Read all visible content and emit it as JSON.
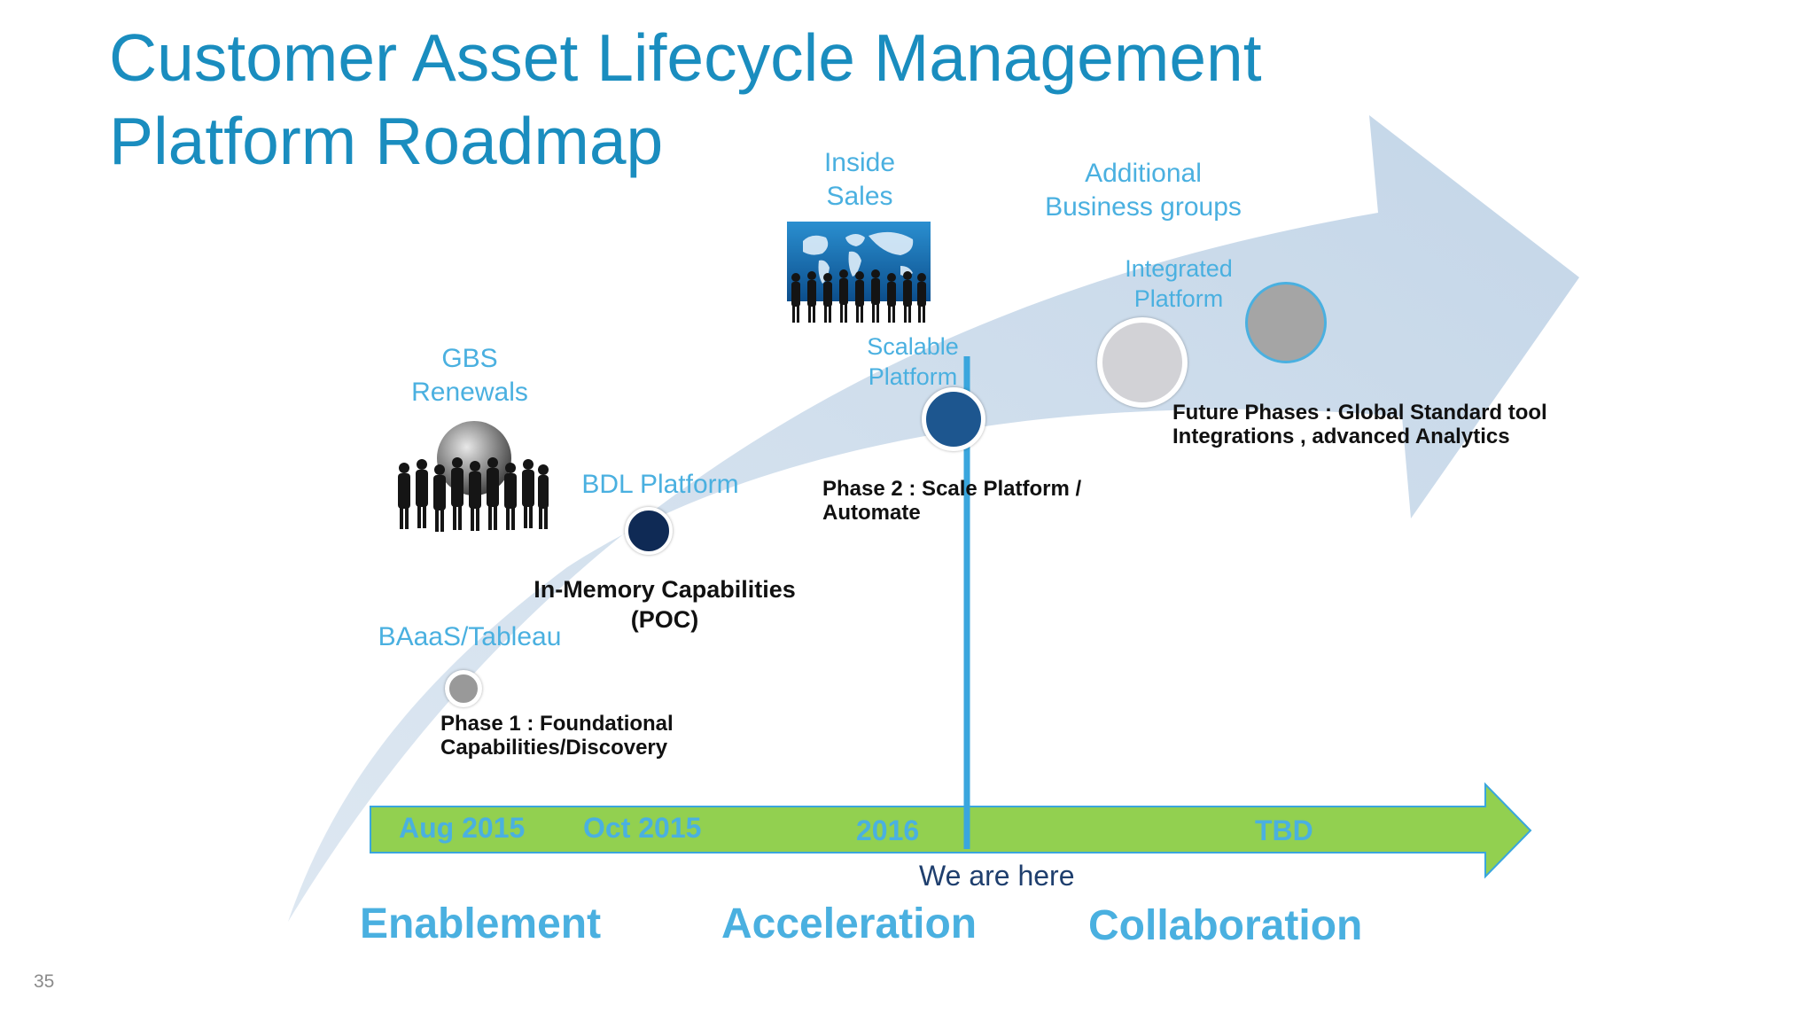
{
  "title": {
    "line1": "Customer Asset Lifecycle Management",
    "line2": "Platform Roadmap"
  },
  "milestones": {
    "baaas": {
      "label": "BAaaS/Tableau",
      "phase_line1": "Phase 1 : Foundational",
      "phase_line2": "Capabilities/Discovery"
    },
    "gbs": {
      "line1": "GBS",
      "line2": "Renewals"
    },
    "bdl": {
      "label": "BDL Platform",
      "caption_line1": "In-Memory Capabilities",
      "caption_line2": "(POC)"
    },
    "inside_sales": {
      "line1": "Inside",
      "line2": "Sales"
    },
    "scalable": {
      "line1": "Scalable",
      "line2": "Platform",
      "phase_line1": "Phase 2 : Scale  Platform /",
      "phase_line2": "Automate"
    },
    "additional": {
      "line1": "Additional",
      "line2": "Business groups"
    },
    "integrated": {
      "line1": "Integrated",
      "line2": "Platform"
    },
    "future": {
      "line1": "Future Phases : Global Standard tool",
      "line2": "Integrations , advanced Analytics"
    }
  },
  "timeline": {
    "dates": [
      "Aug 2015",
      "Oct 2015",
      "2016",
      "TBD"
    ],
    "marker_label": "We are here"
  },
  "stages": [
    "Enablement",
    "Acceleration",
    "Collaboration"
  ],
  "slide_number": "35",
  "colors": {
    "title": "#1a8dbf",
    "accent_blue": "#4ab0e0",
    "big_arrow": "#cddcea",
    "timeline_green": "#92d050",
    "marker_line": "#3aa6dd",
    "dark_navy": "#0f2a55",
    "mid_blue": "#1d568f",
    "gray_dot": "#999999"
  }
}
